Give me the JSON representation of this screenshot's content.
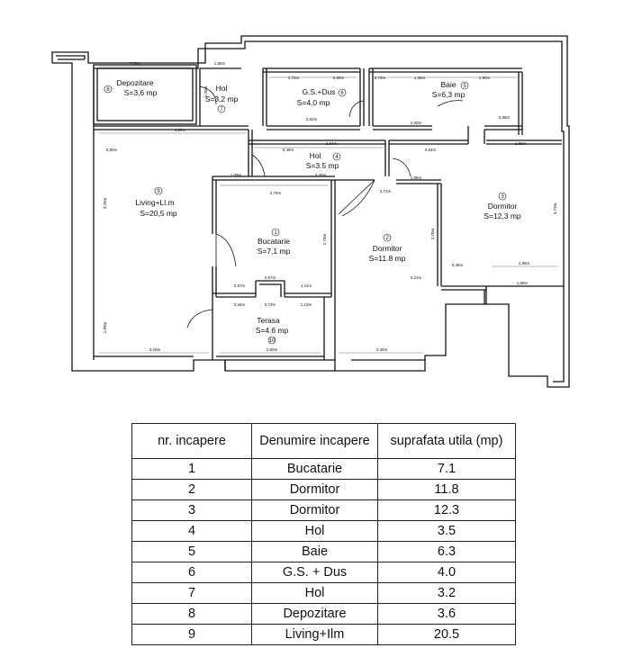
{
  "plan": {
    "rooms": [
      {
        "key": "depozitare",
        "name": "Depozitare",
        "area": "S=3,6 mp",
        "no": "8"
      },
      {
        "key": "hol7",
        "name": "Hol",
        "area": "S=3,2 mp",
        "no": "7"
      },
      {
        "key": "gs",
        "name": "G.S.+Dus",
        "area": "S=4,0 mp",
        "no": "6"
      },
      {
        "key": "baie",
        "name": "Baie",
        "area": "S=6,3 mp",
        "no": "5"
      },
      {
        "key": "living",
        "name": "Living+Ll.m",
        "area": "S=20,5 mp",
        "no": "9"
      },
      {
        "key": "hol4",
        "name": "Hol",
        "area": "S=3.5 mp",
        "no": "4"
      },
      {
        "key": "dormitor3",
        "name": "Dormitor",
        "area": "S=12,3 mp",
        "no": "3"
      },
      {
        "key": "bucatarie",
        "name": "Bucatarie",
        "area": "S=7,1 mp",
        "no": "1"
      },
      {
        "key": "dormitor2",
        "name": "Dormitor",
        "area": "S=11.8 mp",
        "no": "2"
      },
      {
        "key": "terasa",
        "name": "Terasa",
        "area": "S=4.6 mp",
        "no": "10"
      }
    ],
    "dims": {
      "d1": "2,35m",
      "d2": "1,85m",
      "d3": "1,72m",
      "d4": "0,80m",
      "d5": "0,70m",
      "d6": "1,36m",
      "d7": "1,90m",
      "d8": "4,20m",
      "d9": "2,82m",
      "d10": "2,80m",
      "d11": "2,84m",
      "d12": "1,86m",
      "d13": "0,80m",
      "d14": "0,49m",
      "d15": "0,84m",
      "d16": "1,09m",
      "d17": "3,30m",
      "d18": "2,75m",
      "d19": "2,71m",
      "d20": "1,86m",
      "d21": "3,76m",
      "d22": "0,97m",
      "d23": "0,67m",
      "d24": "1,11m",
      "d25": "0,84m",
      "d26": "0,73m",
      "d27": "1,13m",
      "d28": "3,20m",
      "d29": "2,80m",
      "d30": "2,30m",
      "d31": "1,86m",
      "d32": "3,72m",
      "d33": "1,89m",
      "d34": "1,26m",
      "d35": "2,79m",
      "d36": "2,70m",
      "d37": "0,45m",
      "d38": "0,85m",
      "d39": "0,21m",
      "d40": "1,86m"
    }
  },
  "legend": {
    "headers": [
      "nr. incapere",
      "Denumire incapere",
      "suprafata utila (mp)"
    ],
    "rows": [
      [
        "1",
        "Bucatarie",
        "7.1"
      ],
      [
        "2",
        "Dormitor",
        "11.8"
      ],
      [
        "3",
        "Dormitor",
        "12.3"
      ],
      [
        "4",
        "Hol",
        "3.5"
      ],
      [
        "5",
        "Baie",
        "6.3"
      ],
      [
        "6",
        "G.S. + Dus",
        "4.0"
      ],
      [
        "7",
        "Hol",
        "3.2"
      ],
      [
        "8",
        "Depozitare",
        "3.6"
      ],
      [
        "9",
        "Living+Ilm",
        "20.5"
      ]
    ]
  }
}
